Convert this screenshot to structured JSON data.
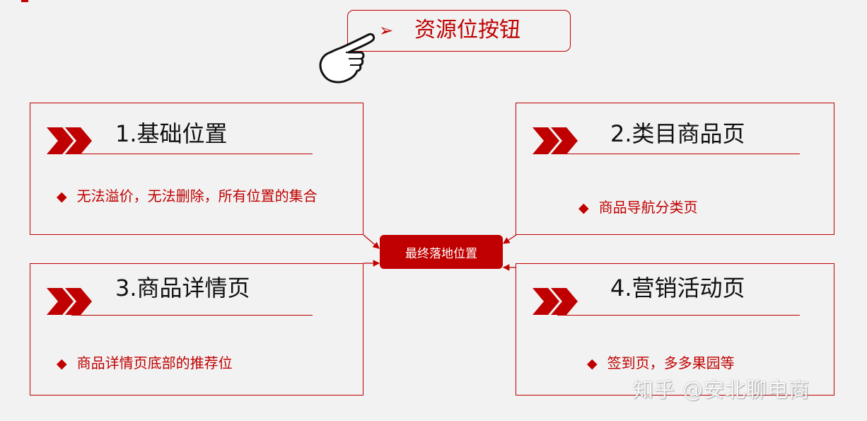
{
  "header": {
    "title": "资源位按钮",
    "arrow_glyph": "➢",
    "hand_icon": "pointing-hand-icon"
  },
  "cards": [
    {
      "title": "1.基础位置",
      "bullet": "无法溢价，无法删除，所有位置的集合"
    },
    {
      "title": "2.类目商品页",
      "bullet": "商品导航分类页"
    },
    {
      "title": "3.商品详情页",
      "bullet": "商品详情页底部的推荐位"
    },
    {
      "title": "4.营销活动页",
      "bullet": "签到页，多多果园等"
    }
  ],
  "center": {
    "label": "最终落地位置"
  },
  "bullet_glyph": "◆",
  "watermark": "知乎 @安北聊电商",
  "colors": {
    "accent": "#c00000",
    "background": "#f2f2f2"
  }
}
